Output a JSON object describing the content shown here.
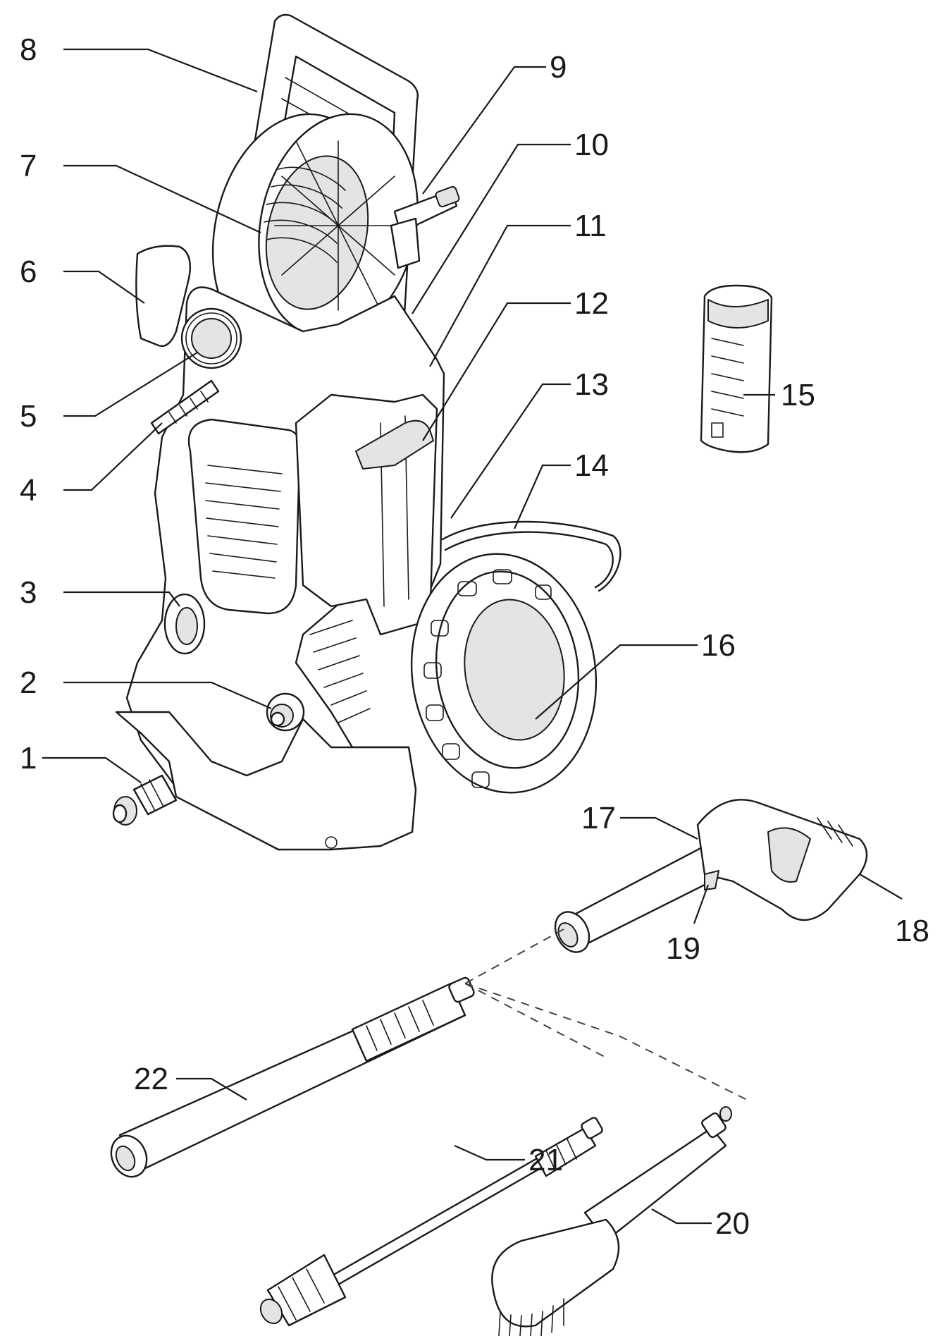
{
  "diagram": {
    "callouts": [
      {
        "id": "1",
        "text": "1"
      },
      {
        "id": "2",
        "text": "2"
      },
      {
        "id": "3",
        "text": "3"
      },
      {
        "id": "4",
        "text": "4"
      },
      {
        "id": "5",
        "text": "5"
      },
      {
        "id": "6",
        "text": "6"
      },
      {
        "id": "7",
        "text": "7"
      },
      {
        "id": "8",
        "text": "8"
      },
      {
        "id": "9",
        "text": "9"
      },
      {
        "id": "10",
        "text": "10"
      },
      {
        "id": "11",
        "text": "11"
      },
      {
        "id": "12",
        "text": "12"
      },
      {
        "id": "13",
        "text": "13"
      },
      {
        "id": "14",
        "text": "14"
      },
      {
        "id": "15",
        "text": "15"
      },
      {
        "id": "16",
        "text": "16"
      },
      {
        "id": "17",
        "text": "17"
      },
      {
        "id": "18",
        "text": "18"
      },
      {
        "id": "19",
        "text": "19"
      },
      {
        "id": "20",
        "text": "20"
      },
      {
        "id": "21",
        "text": "21"
      },
      {
        "id": "22",
        "text": "22"
      }
    ],
    "colors": {
      "line": "#1a1a1a",
      "shade": "#e4e4e4",
      "background": "#ffffff"
    }
  }
}
